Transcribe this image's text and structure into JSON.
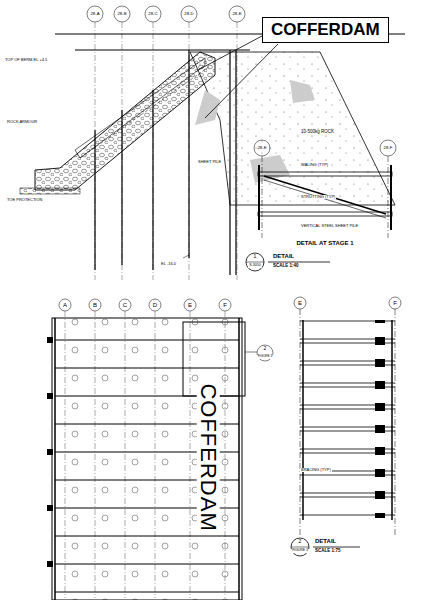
{
  "diagram": {
    "nodes": [
      {
        "text": [
          "COFFERDAM"
        ]
      }
    ],
    "labels": [
      "28-A",
      "28-B",
      "28-C",
      "28-D",
      "28-E",
      "28-E",
      "28-F",
      "A",
      "B",
      "C",
      "D",
      "E",
      "F",
      "E",
      "F",
      "COFFERDAM",
      "DETAIL AT STAGE 1",
      "1",
      "S-3050",
      "DETAIL",
      "SCALE 1:40",
      "2",
      "FIGURE 3",
      "DETAIL",
      "SCALE 1:75",
      "2",
      "FIGURE 3",
      "TOP OF BERM EL +4.5",
      "ROCK ARMOUR",
      "TOE PROTECTION",
      "10-500kg ROCK",
      "SHEET PILE",
      "EL -16.0",
      "WALING (TYP)",
      "STRUTTING (TYP)",
      "VERTICAL STEEL SHEET PILE",
      "BRACING (TYP)"
    ]
  }
}
